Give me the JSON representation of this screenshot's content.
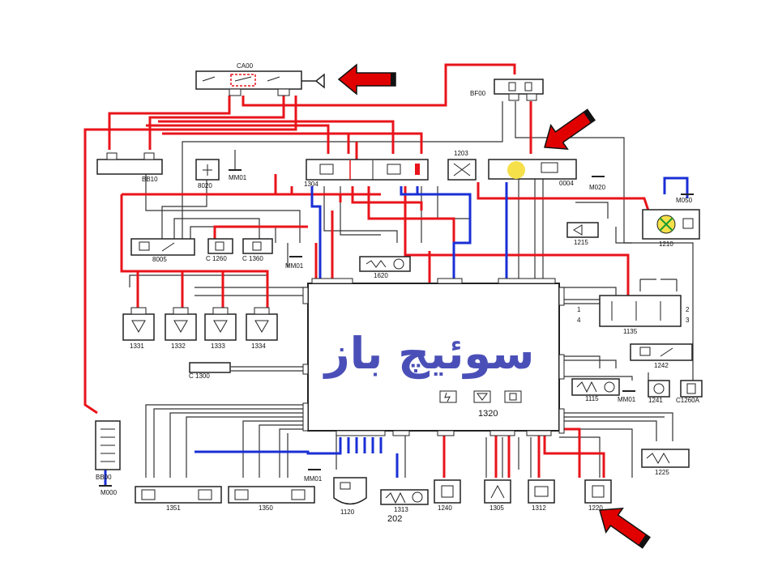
{
  "diagram": {
    "highlight_text": "سوئیچ باز",
    "ecu_label": "1320",
    "bottom_label": "202",
    "components": {
      "ca00": "CA00",
      "bf00": "BF00",
      "bb10": "BB10",
      "c8020": "8020",
      "mm01_top": "MM01",
      "c1304": "1304",
      "c1203": "1203",
      "c0004": "0004",
      "m020": "M020",
      "m050": "M050",
      "c1210": "1210",
      "c1215": "1215",
      "c8005": "8005",
      "c1260": "C 1260",
      "c1360": "C 1360",
      "mm01_mid": "MM01",
      "c1620": "1620",
      "c1331": "1331",
      "c1332": "1332",
      "c1333": "1333",
      "c1334": "1334",
      "c1300": "C 1300",
      "c1135": "1135",
      "c1242": "1242",
      "c1115": "1115",
      "mm01_right": "MM01",
      "c1241": "1241",
      "c1260a": "C1260A",
      "c1225": "1225",
      "bb00": "BB00",
      "m000": "M000",
      "c1351": "1351",
      "c1350": "1350",
      "mm01_bottom": "MM01",
      "c1120": "1120",
      "c1313": "1313",
      "c1240": "1240",
      "c1305": "1305",
      "c1312": "1312",
      "c1220": "1220"
    },
    "pins_1135": {
      "p1": "1",
      "p2": "2",
      "p3": "3",
      "p4": "4"
    }
  },
  "colors": {
    "wire_red": "#e8141b",
    "wire_blue": "#1a2fd6",
    "wire_dark": "#333333",
    "arrow": "#e00000",
    "title": "#4a4fb8",
    "dot": "#f5e04a"
  }
}
